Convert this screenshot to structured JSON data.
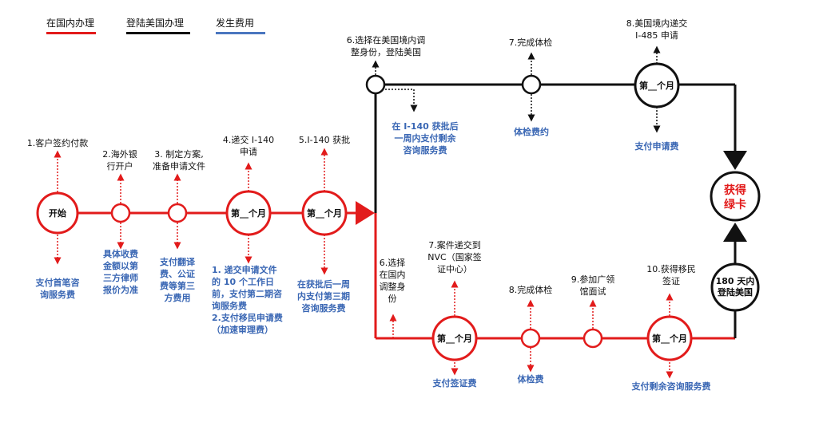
{
  "legend": [
    {
      "label": "在国内办理",
      "color": "#e21b1b"
    },
    {
      "label": "登陆美国办理",
      "color": "#111111"
    },
    {
      "label": "发生费用",
      "color": "#4a76bf"
    }
  ],
  "colors": {
    "domestic": "#e21b1b",
    "us": "#111111",
    "cost": "#3a67b4"
  },
  "nodes": {
    "start": "开始",
    "month": "第__个月",
    "green1": "获得",
    "green2": "绿卡",
    "days1": "180 天内",
    "days2": "登陆美国"
  },
  "steps": {
    "s1": "1.客户签约付款",
    "s2a": "2.海外银",
    "s2b": "行开户",
    "s3a": "3. 制定方案,",
    "s3b": "准备申请文件",
    "s4a": "4.递交 I-140",
    "s4b": "申请",
    "s5": "5.I-140 获批",
    "u6a": "6.选择在美国境内调",
    "u6b": "整身份，登陆美国",
    "u7": "7.完成体检",
    "u8a": "8.美国境内递交",
    "u8b": "I-485 申请",
    "d6a": "6.选择",
    "d6b": "在国内",
    "d6c": "调整身",
    "d6d": "份",
    "d7a": "7.案件递交到",
    "d7b": "NVC（国家签",
    "d7c": "证中心）",
    "d8": "8.完成体检",
    "d9a": "9.参加广领",
    "d9b": "馆面试",
    "d10a": "10.获得移民",
    "d10b": "签证"
  },
  "costs": {
    "c1a": "支付首笔咨",
    "c1b": "询服务费",
    "c2a": "具体收费",
    "c2b": "金额以第",
    "c2c": "三方律师",
    "c2d": "报价为准",
    "c3a": "支付翻译",
    "c3b": "费、公证",
    "c3c": "费等第三",
    "c3d": "方费用",
    "c4a": "1. 递交申请文件",
    "c4b": "的 10 个工作日",
    "c4c": "前，支付第二期咨",
    "c4d": "询服务费",
    "c4e": "2.支付移民申请费",
    "c4f": "（加速审理费）",
    "c5a": "在获批后一周",
    "c5b": "内支付第三期",
    "c5c": "咨询服务费",
    "u6ca": "在 I-140 获批后",
    "u6cb": "一周内支付剩余",
    "u6cc": "咨询服务费",
    "u7c": "体检费约",
    "u8c": "支付申请费",
    "d7c": "支付签证费",
    "d8c": "体检费",
    "d10c": "支付剩余咨询服务费"
  }
}
